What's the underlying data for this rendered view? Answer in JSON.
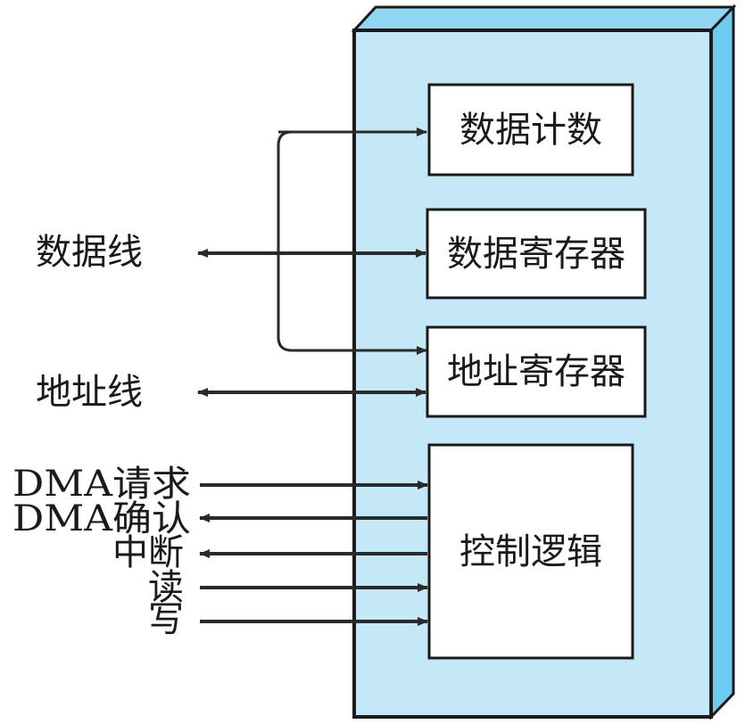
{
  "colors": {
    "panel_front": "#c5e8f7",
    "panel_side": "#6dcbf2",
    "panel_top": "#8ed6f4",
    "stroke": "#1a1a1a",
    "box_fill": "#ffffff"
  },
  "boxes": {
    "data_counter": "数据计数",
    "data_register": "数据寄存器",
    "address_register": "地址寄存器",
    "control_logic": "控制逻辑"
  },
  "signals": {
    "data_line": "数据线",
    "address_line": "地址线",
    "dma_request": "DMA请求",
    "dma_ack": "DMA确认",
    "interrupt": "中断",
    "read": "读",
    "write": "写"
  }
}
